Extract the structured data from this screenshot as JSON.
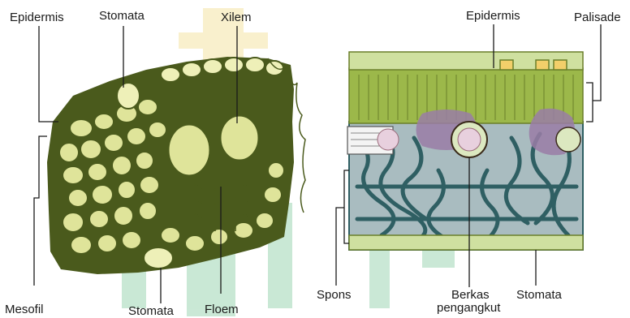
{
  "left_diagram": {
    "labels": {
      "epidermis": "Epidermis",
      "stomata_top": "Stomata",
      "xilem": "Xilem",
      "mesofil": "Mesofil",
      "stomata_bottom": "Stomata",
      "floem": "Floem"
    }
  },
  "right_diagram": {
    "labels": {
      "epidermis": "Epidermis",
      "palisade": "Palisade",
      "spons": "Spons",
      "berkas_line1": "Berkas",
      "berkas_line2": "pengangkut",
      "stomata": "Stomata"
    }
  },
  "colors": {
    "left_dark": "#4a5a1c",
    "left_cell": "#dfe49a",
    "left_light": "#eef0b8",
    "right_green": "#9cb84a",
    "right_epidermis": "#cfe0a0",
    "right_spongy": "#2f5f63",
    "right_air": "#a9bcc0",
    "vein_purple": "#9a7ca6",
    "watermark_gold": "#e8c84a",
    "watermark_green": "#3fae6a"
  }
}
